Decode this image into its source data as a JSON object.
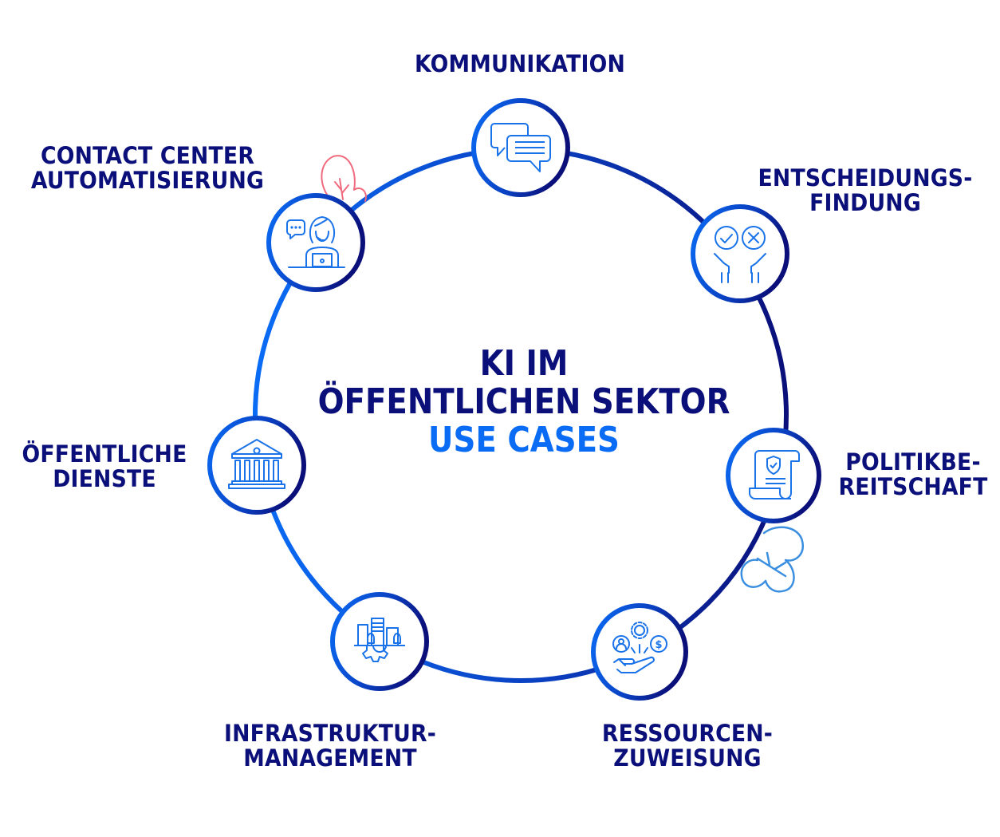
{
  "title": {
    "line1": "KI IM",
    "line2": "ÖFFENTLICHEN SEKTOR",
    "line3": "USE CASES"
  },
  "colors": {
    "navy": "#0a0f7a",
    "blue": "#0a6cf5",
    "icon_blue": "#1a73e8",
    "leaf_red": "#f06b7e",
    "leaf_blue": "#3b8fe0"
  },
  "nodes": [
    {
      "id": "kommunikation",
      "icon": "chat-bubbles-icon",
      "label_lines": [
        "KOMMUNIKATION"
      ]
    },
    {
      "id": "entscheidungsfindung",
      "icon": "decision-hands-icon",
      "label_lines": [
        "ENTSCHEIDUNGS-",
        "FINDUNG"
      ]
    },
    {
      "id": "politikbereitschaft",
      "icon": "policy-document-icon",
      "label_lines": [
        "POLITIKBE-",
        "REITSCHAFT"
      ]
    },
    {
      "id": "ressourcenzuweisung",
      "icon": "resource-allocation-icon",
      "label_lines": [
        "RESSOURCEN-",
        "ZUWEISUNG"
      ]
    },
    {
      "id": "infrastrukturmanagement",
      "icon": "city-gear-icon",
      "label_lines": [
        "INFRASTRUKTUR-",
        "MANAGEMENT"
      ]
    },
    {
      "id": "oeffentliche-dienste",
      "icon": "government-building-icon",
      "label_lines": [
        "ÖFFENTLICHE",
        "DIENSTE"
      ]
    },
    {
      "id": "contact-center",
      "icon": "call-center-agent-icon",
      "label_lines": [
        "CONTACT CENTER",
        "AUTOMATISIERUNG"
      ]
    }
  ]
}
